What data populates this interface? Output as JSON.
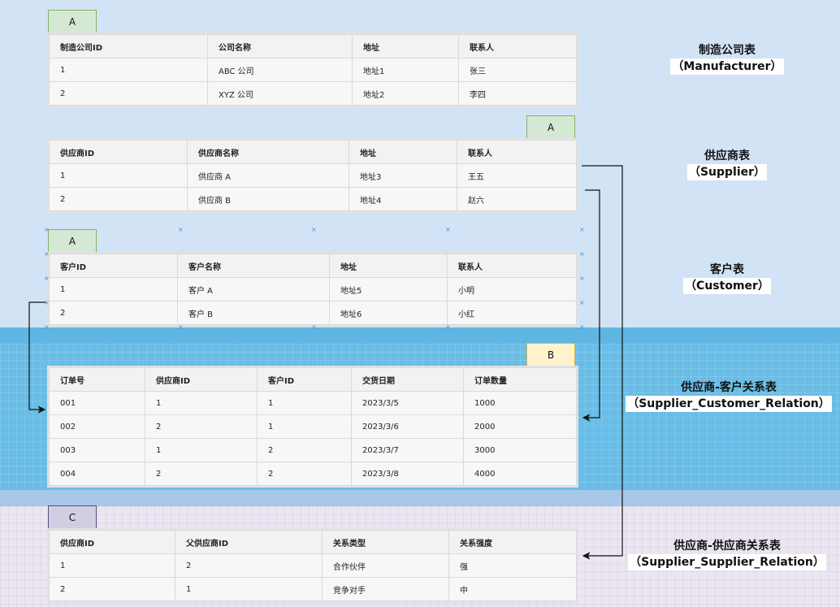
{
  "tags": {
    "manufacturer": "A",
    "supplier": "A",
    "customer": "A",
    "relation_sc": "B",
    "relation_ss": "C"
  },
  "manufacturer": {
    "title": "制造公司表",
    "subtitle": "（Manufacturer）",
    "headers": [
      "制造公司ID",
      "公司名称",
      "地址",
      "联系人"
    ],
    "rows": [
      [
        "1",
        "ABC 公司",
        "地址1",
        "张三"
      ],
      [
        "2",
        "XYZ 公司",
        "地址2",
        "李四"
      ]
    ]
  },
  "supplier": {
    "title": "供应商表",
    "subtitle": "（Supplier）",
    "headers": [
      "供应商ID",
      "供应商名称",
      "地址",
      "联系人"
    ],
    "rows": [
      [
        "1",
        "供应商 A",
        "地址3",
        "王五"
      ],
      [
        "2",
        "供应商 B",
        "地址4",
        "赵六"
      ]
    ]
  },
  "customer": {
    "title": "客户表",
    "subtitle": "（Customer）",
    "headers": [
      "客户ID",
      "客户名称",
      "地址",
      "联系人"
    ],
    "rows": [
      [
        "1",
        "客户 A",
        "地址5",
        "小明"
      ],
      [
        "2",
        "客户 B",
        "地址6",
        "小红"
      ]
    ]
  },
  "relation_sc": {
    "title": "供应商-客户关系表",
    "subtitle": "（Supplier_Customer_Relation）",
    "headers": [
      "订单号",
      "供应商ID",
      "客户ID",
      "交货日期",
      "订单数量"
    ],
    "rows": [
      [
        "001",
        "1",
        "1",
        "2023/3/5",
        "1000"
      ],
      [
        "002",
        "2",
        "1",
        "2023/3/6",
        "2000"
      ],
      [
        "003",
        "1",
        "2",
        "2023/3/7",
        "3000"
      ],
      [
        "004",
        "2",
        "2",
        "2023/3/8",
        "4000"
      ]
    ]
  },
  "relation_ss": {
    "title": "供应商-供应商关系表",
    "subtitle": "（Supplier_Supplier_Relation）",
    "headers": [
      "供应商ID",
      "父供应商ID",
      "关系类型",
      "关系强度"
    ],
    "rows": [
      [
        "1",
        "2",
        "合作伙伴",
        "强"
      ],
      [
        "2",
        "1",
        "竞争对手",
        "中"
      ]
    ]
  }
}
